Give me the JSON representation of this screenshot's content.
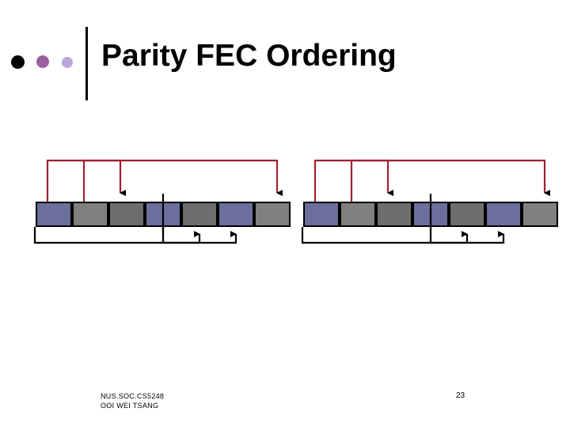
{
  "slide": {
    "title": "Parity FEC Ordering",
    "bullets": [
      {
        "name": "bullet-black",
        "color": "#000000"
      },
      {
        "name": "bullet-purple",
        "color": "#9a5fa0"
      },
      {
        "name": "bullet-lavender",
        "color": "#b9a7dd"
      }
    ],
    "footer": {
      "course_line1": "NUS.SOC.CS5248",
      "course_line2": "OOI WEI TSANG",
      "page_number": "23"
    }
  },
  "diagram": {
    "description": "Two groups of packet cells with red forward-arrow brackets above and black return-arrow brackets below",
    "colors": {
      "cell_blue": "#6b6f9c",
      "cell_gray": "#808080",
      "cell_outline": "#000000",
      "arrow_red": "#a02030",
      "arrow_black": "#000000"
    },
    "groups": [
      {
        "name": "group-1",
        "cells": [
          "blue",
          "gray",
          "gray",
          "blue",
          "gray",
          "blue",
          "gray"
        ]
      },
      {
        "name": "group-2",
        "cells": [
          "blue",
          "gray",
          "gray",
          "blue",
          "gray",
          "blue",
          "gray"
        ]
      }
    ]
  }
}
